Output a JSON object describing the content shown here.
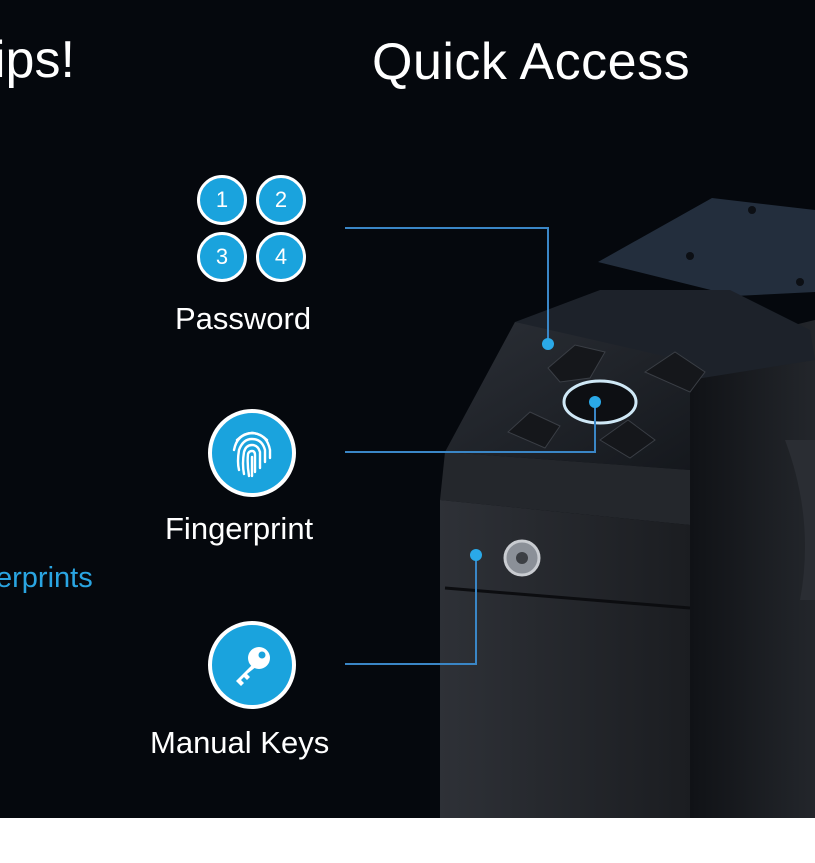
{
  "headings": {
    "left_partial": "ips!",
    "right": "Quick Access"
  },
  "side_text": "erprints",
  "methods": {
    "password": {
      "label": "Password",
      "digits": [
        "1",
        "2",
        "3",
        "4"
      ],
      "icon": "keypad-icon"
    },
    "fingerprint": {
      "label": "Fingerprint",
      "icon": "fingerprint-icon"
    },
    "manual_keys": {
      "label": "Manual Keys",
      "icon": "key-icon"
    }
  },
  "colors": {
    "background": "#05080d",
    "accent": "#1aa3dd",
    "text": "#ffffff"
  }
}
